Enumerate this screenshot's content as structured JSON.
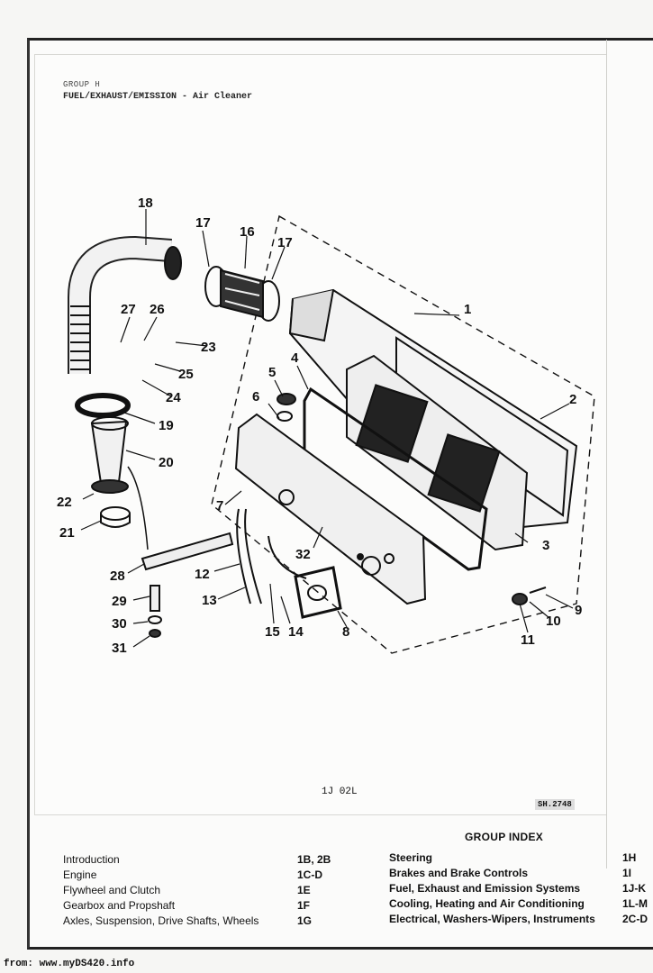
{
  "header": {
    "group": "GROUP H",
    "title": "FUEL/EXHAUST/EMISSION - Air Cleaner"
  },
  "diagram": {
    "callouts": [
      "18",
      "17",
      "16",
      "17",
      "1",
      "27",
      "26",
      "23",
      "25",
      "24",
      "5",
      "6",
      "4",
      "19",
      "20",
      "2",
      "22",
      "7",
      "21",
      "32",
      "3",
      "28",
      "12",
      "9",
      "29",
      "13",
      "10",
      "15",
      "14",
      "8",
      "30",
      "11",
      "31"
    ]
  },
  "codes": {
    "center": "1J 02L",
    "stamp": "SH.2748"
  },
  "group_index": {
    "title": "GROUP INDEX",
    "left": [
      {
        "label": "Introduction",
        "code": "1B, 2B"
      },
      {
        "label": "Engine",
        "code": "1C-D"
      },
      {
        "label": "Flywheel and Clutch",
        "code": "1E"
      },
      {
        "label": "Gearbox and Propshaft",
        "code": "1F"
      },
      {
        "label": "Axles, Suspension, Drive Shafts, Wheels",
        "code": "1G"
      }
    ],
    "right": [
      {
        "label": "Steering",
        "code": "1H"
      },
      {
        "label": "Brakes and Brake Controls",
        "code": "1I"
      },
      {
        "label": "Fuel, Exhaust and Emission Systems",
        "code": "1J-K"
      },
      {
        "label": "Cooling, Heating and Air Conditioning",
        "code": "1L-M"
      },
      {
        "label": "Electrical, Washers-Wipers, Instruments",
        "code": "2C-D"
      }
    ]
  },
  "footer": "from: www.myDS420.info"
}
